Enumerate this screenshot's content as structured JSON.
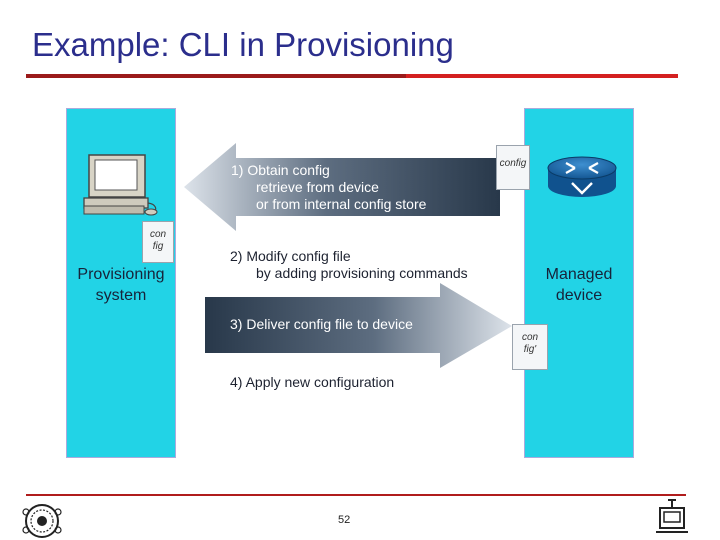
{
  "title": "Example: CLI in Provisioning",
  "left_column": {
    "label_line1": "Provisioning",
    "label_line2": "system",
    "doc_line1": "con",
    "doc_line2": "fig"
  },
  "right_column": {
    "label_line1": "Managed",
    "label_line2": "device",
    "doc_top": "config",
    "doc_line1": "con",
    "doc_line2": "fig'"
  },
  "steps": [
    {
      "line1": "1) Obtain config",
      "line2": "retrieve from device",
      "line3": "or from internal config store"
    },
    {
      "line1": "2) Modify config file",
      "line2": "by adding provisioning commands"
    },
    {
      "line1": "3) Deliver config file to device"
    },
    {
      "line1": "4) Apply new configuration"
    }
  ],
  "page_number": "52",
  "colors": {
    "title": "#2b2e8c",
    "rule": "#d42020",
    "column": "#22d3e6",
    "arrow_dark": "#2f3f52",
    "arrow_light": "#dde3ea"
  }
}
